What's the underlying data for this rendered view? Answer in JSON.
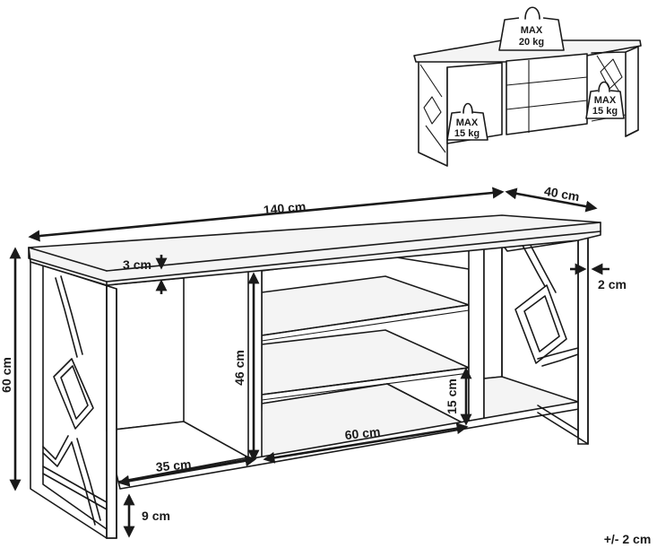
{
  "dimensions": {
    "width": "140 cm",
    "depth": "40 cm",
    "height": "60 cm",
    "top_thickness": "3 cm",
    "frame_offset": "2 cm",
    "inner_height": "46 cm",
    "shelf_gap": "15 cm",
    "center_width": "60 cm",
    "side_width": "35 cm",
    "leg_height": "9 cm"
  },
  "tolerance": "+/- 2 cm",
  "load_limits": {
    "top": {
      "max": "MAX",
      "weight": "20 kg"
    },
    "left_compartment": {
      "max": "MAX",
      "weight": "15 kg"
    },
    "right_compartment": {
      "max": "MAX",
      "weight": "15 kg"
    }
  }
}
